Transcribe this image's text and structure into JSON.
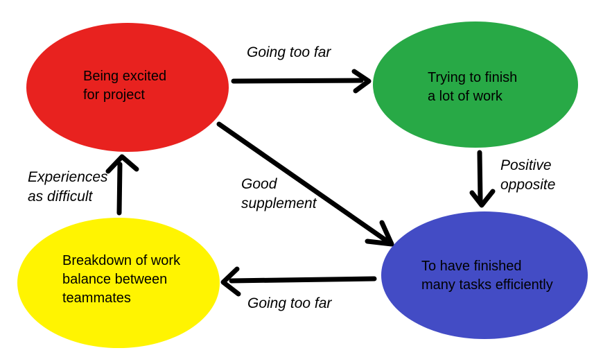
{
  "diagram": {
    "background": "#ffffff",
    "arrow_color": "#000000",
    "text_color": "#000000",
    "nodes": [
      {
        "id": "being-excited",
        "label": "Being excited\nfor project",
        "color": "#e8221f"
      },
      {
        "id": "trying-finish",
        "label": "Trying to finish\na lot of work",
        "color": "#28a946"
      },
      {
        "id": "breakdown",
        "label": "Breakdown of work\nbalance between\nteammates",
        "color": "#fff401"
      },
      {
        "id": "finished-tasks",
        "label": "To have finished\nmany tasks efficiently",
        "color": "#434cc5"
      }
    ],
    "edges": [
      {
        "from": "being-excited",
        "to": "trying-finish",
        "label": "Going too far"
      },
      {
        "from": "trying-finish",
        "to": "finished-tasks",
        "label": "Positive\nopposite"
      },
      {
        "from": "being-excited",
        "to": "finished-tasks",
        "label": "Good\nsupplement"
      },
      {
        "from": "finished-tasks",
        "to": "breakdown",
        "label": "Going too far"
      },
      {
        "from": "breakdown",
        "to": "being-excited",
        "label": "Experiences\nas difficult"
      }
    ]
  }
}
